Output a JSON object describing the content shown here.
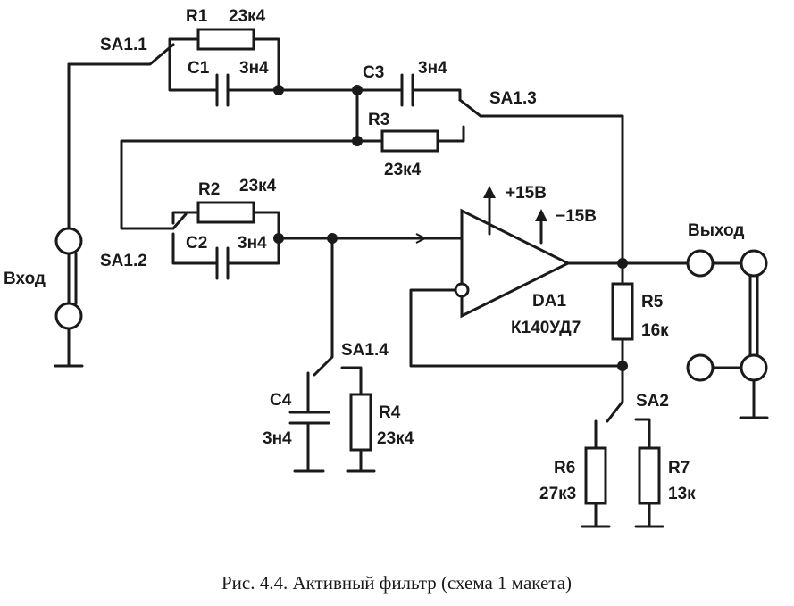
{
  "components": {
    "r1": {
      "ref": "R1",
      "value": "23к4"
    },
    "r2": {
      "ref": "R2",
      "value": "23к4"
    },
    "r3": {
      "ref": "R3",
      "value": "23к4"
    },
    "r4": {
      "ref": "R4",
      "value": "23к4"
    },
    "r5": {
      "ref": "R5",
      "value": "16к"
    },
    "r6": {
      "ref": "R6",
      "value": "27к3"
    },
    "r7": {
      "ref": "R7",
      "value": "13к"
    },
    "c1": {
      "ref": "C1",
      "value": "3н4"
    },
    "c2": {
      "ref": "C2",
      "value": "3н4"
    },
    "c3": {
      "ref": "C3",
      "value": "3н4"
    },
    "c4": {
      "ref": "C4",
      "value": "3н4"
    },
    "sa1_1": "SA1.1",
    "sa1_2": "SA1.2",
    "sa1_3": "SA1.3",
    "sa1_4": "SA1.4",
    "sa2": "SA2",
    "opamp": {
      "ref": "DA1",
      "part": "К140УД7",
      "pos_supply": "+15В",
      "neg_supply": "−15В"
    }
  },
  "terminals": {
    "input": "Вход",
    "output": "Выход"
  },
  "caption": "Рис. 4.4. Активный фильтр (схема 1 макета)"
}
